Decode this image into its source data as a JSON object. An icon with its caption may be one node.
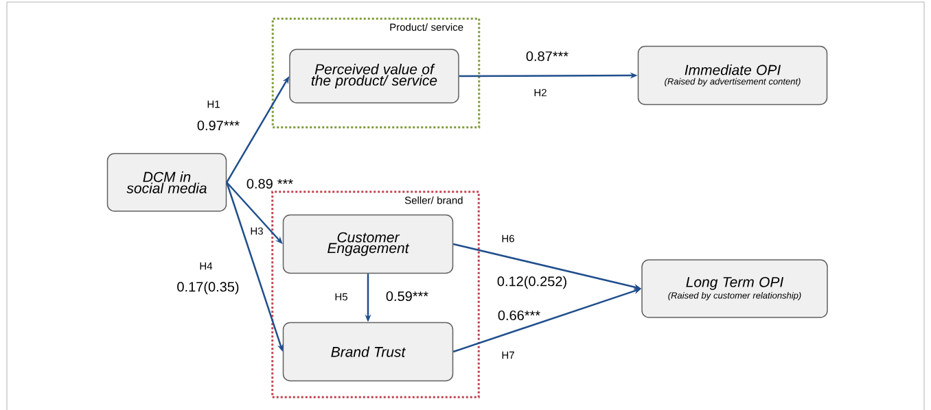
{
  "diagram": {
    "nodes": [
      {
        "text": [
          "DCM in social media"
        ]
      },
      {
        "text": [
          "Product/ service"
        ]
      },
      {
        "text": [
          "Perceived value of the product/ service"
        ],
        "in": 1
      },
      {
        "text": [
          "Immediate OPI",
          "(Raised by advertisement content)"
        ]
      },
      {
        "text": [
          "Seller/ brand"
        ]
      },
      {
        "text": [
          "Customer Engagement"
        ],
        "in": 4
      },
      {
        "text": [
          "Brand Trust"
        ],
        "in": 4
      },
      {
        "text": [
          "Long Term OPI",
          "(Raised by customer relationship)"
        ]
      }
    ],
    "edges": [
      {
        "from": 0,
        "to": 2,
        "arrow": "to",
        "label": "0.97***"
      },
      {
        "from": 2,
        "to": 3,
        "arrow": "to",
        "label": "0.87***"
      },
      {
        "from": 0,
        "to": 5,
        "arrow": "to",
        "label": "0.89 ***"
      },
      {
        "from": 0,
        "to": 6,
        "arrow": "to",
        "label": "0.17(0.35)"
      },
      {
        "from": 5,
        "to": 6,
        "arrow": "to",
        "label": "0.59***"
      },
      {
        "from": 5,
        "to": 7,
        "arrow": "to",
        "label": "0.12(0.252)"
      },
      {
        "from": 6,
        "to": 7,
        "arrow": "to",
        "label": "0.66***"
      }
    ],
    "labels": [
      "H1",
      "H2",
      "H3",
      "H4",
      "H5",
      "H6",
      "H7"
    ]
  }
}
